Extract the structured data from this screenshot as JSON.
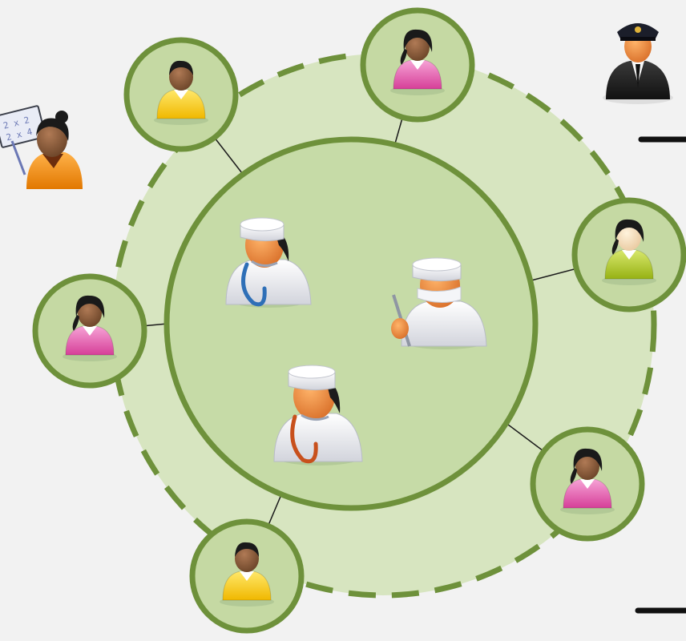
{
  "diagram": {
    "colors": {
      "background": "#f2f2f2",
      "outer_ring_fill": "#d7e5c0",
      "inner_circle_fill": "#c6dba7",
      "ring_stroke": "#6e913b",
      "node_fill": "#c5d9a3",
      "connector": "#1a1a1a",
      "legend_bar": "#111111"
    },
    "center_group": {
      "members": [
        {
          "role": "doctor",
          "icon": "doctor-blue-stethoscope-icon"
        },
        {
          "role": "surgeon",
          "icon": "surgeon-scalpel-icon"
        },
        {
          "role": "doctor",
          "icon": "doctor-orange-stethoscope-icon"
        }
      ]
    },
    "outer_nodes": [
      {
        "id": "top-left",
        "shirt": "yellow",
        "gender": "male"
      },
      {
        "id": "top",
        "shirt": "pink",
        "gender": "female"
      },
      {
        "id": "right",
        "shirt": "lime",
        "gender": "female"
      },
      {
        "id": "left",
        "shirt": "pink",
        "gender": "female"
      },
      {
        "id": "bottom-right",
        "shirt": "pink",
        "gender": "female"
      },
      {
        "id": "bottom",
        "shirt": "yellow",
        "gender": "male"
      }
    ],
    "outside_figures": [
      {
        "role": "teacher",
        "icon": "teacher-icon",
        "board_text": [
          "2 x 2",
          "2 x 4"
        ]
      },
      {
        "role": "pilot",
        "icon": "pilot-icon"
      }
    ],
    "legend_marks": [
      {
        "style": "solid-line"
      },
      {
        "style": "solid-line"
      }
    ]
  }
}
